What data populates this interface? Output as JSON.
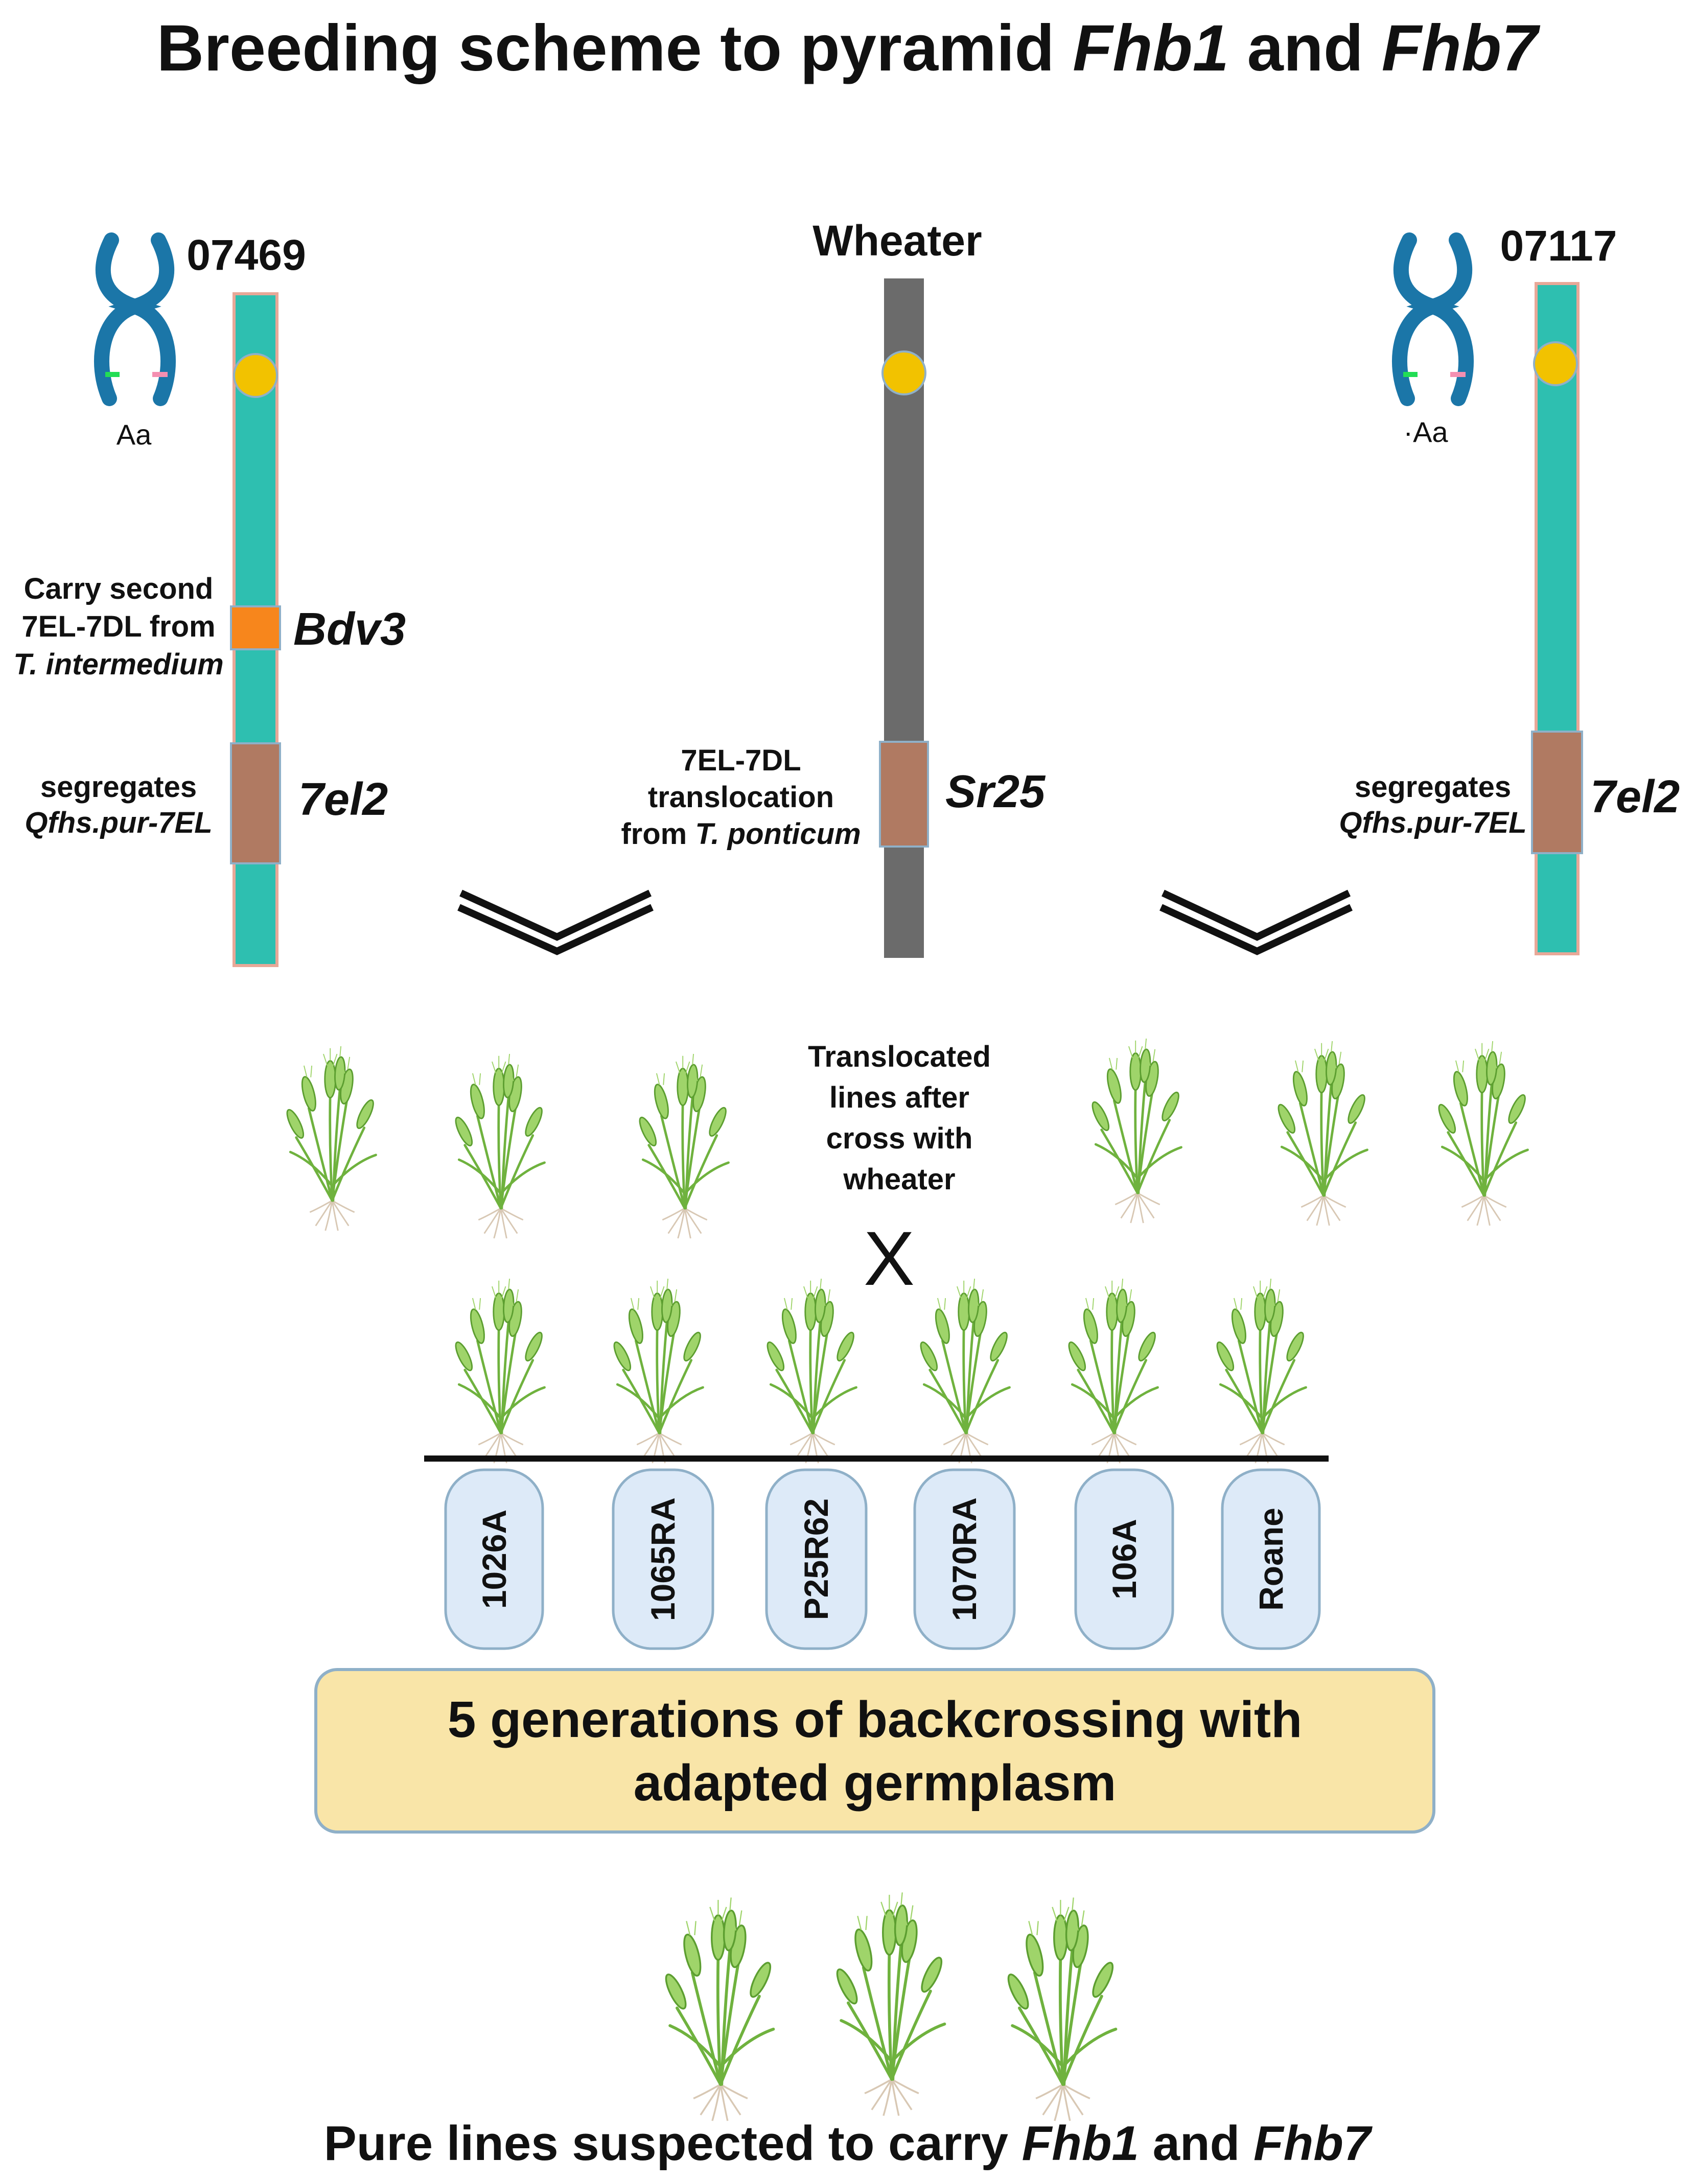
{
  "title": {
    "prefix": "Breeding scheme to pyramid ",
    "gene1": "Fhb1",
    "middle": " and ",
    "gene2": "Fhb7"
  },
  "lines": {
    "left": {
      "name": "07469",
      "chrom_label": "Aa",
      "note_line1": "Carry second",
      "note_line2": "7EL-7DL from",
      "note_line3": "T. intermedium",
      "gene_upper": "Bdv3",
      "seg_line1": "segregates",
      "seg_line2": "Qfhs.pur-7EL",
      "gene_lower": "7el2"
    },
    "center": {
      "name": "Wheater",
      "note_line1": "7EL-7DL",
      "note_line2": "translocation",
      "note_line3_prefix": "from ",
      "note_line3_species": "T. ponticum",
      "gene": "Sr25"
    },
    "right": {
      "name": "07117",
      "chrom_label": "·Aa",
      "seg_line1": "segregates",
      "seg_line2": "Qfhs.pur-7EL",
      "gene_lower": "7el2"
    }
  },
  "translocated_text": [
    "Translocated",
    "lines after",
    "cross with",
    "wheater"
  ],
  "cross_symbol": "X",
  "parents": [
    "1026A",
    "1065RA",
    "P25R62",
    "1070RA",
    "106A",
    "Roane"
  ],
  "backcross_box": {
    "line1": "5 generations of backcrossing with",
    "line2": "adapted germplasm"
  },
  "bottom_text": {
    "prefix": "Pure lines suspected to carry ",
    "gene1": "Fhb1",
    "middle": " and ",
    "gene2": "Fhb7"
  },
  "colors": {
    "teal": "#2ebfb0",
    "teal_border": "#e8a898",
    "gray_bar": "#6b6b6b",
    "centromere": "#f2c200",
    "orange_segment": "#f7861c",
    "brown_segment": "#b07a62",
    "chromosome_blue": "#1b76a8",
    "box_fill": "#f9e5a8",
    "pill_fill": "#ddeaf8",
    "plant_green": "#6fb23e"
  }
}
